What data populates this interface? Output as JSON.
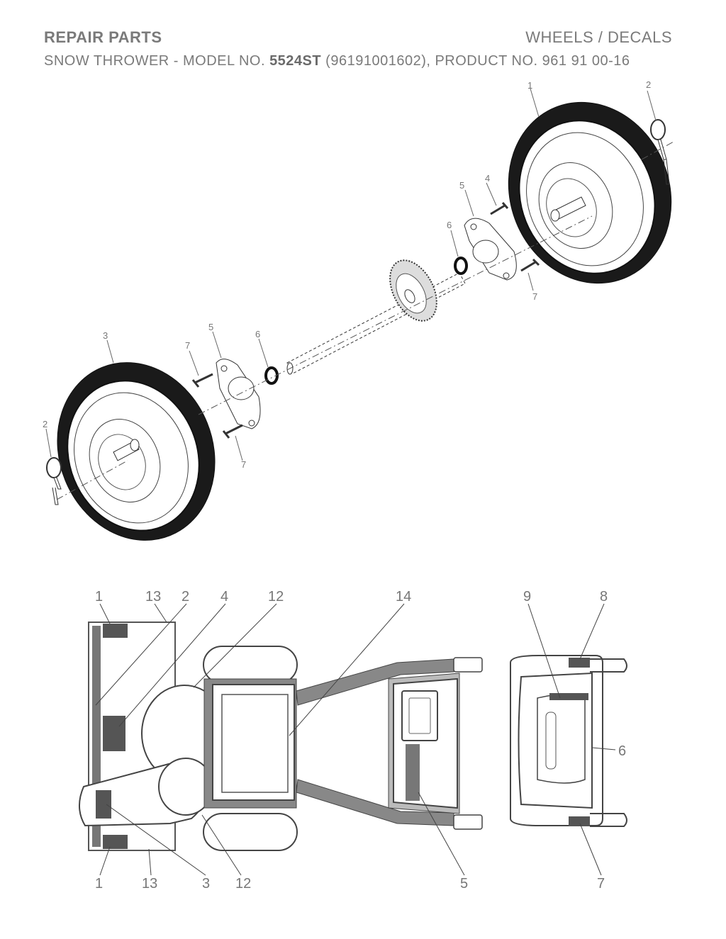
{
  "header": {
    "section": "REPAIR PARTS",
    "topic": "WHEELS / DECALS",
    "subtitle_prefix": "SNOW THROWER - MODEL NO. ",
    "model": "5524ST",
    "subtitle_suffix": " (96191001602), PRODUCT NO. 961 91 00-16"
  },
  "wheels_callouts": {
    "wheel_right": "1",
    "pin_right": "2",
    "wheel_left": "3",
    "bolt_top": "4",
    "plate_right": "5",
    "washer_right": "6",
    "bolt_right_lower": "7",
    "bolt_left_upper": "7",
    "plate_left": "5",
    "washer_left": "6",
    "pin_left": "2",
    "bolt_left_lower": "7"
  },
  "decals_callouts": {
    "top": [
      "1",
      "13",
      "2",
      "4",
      "12",
      "14",
      "9",
      "8"
    ],
    "bottom": [
      "1",
      "13",
      "3",
      "12",
      "5",
      "7"
    ],
    "side": "6"
  }
}
